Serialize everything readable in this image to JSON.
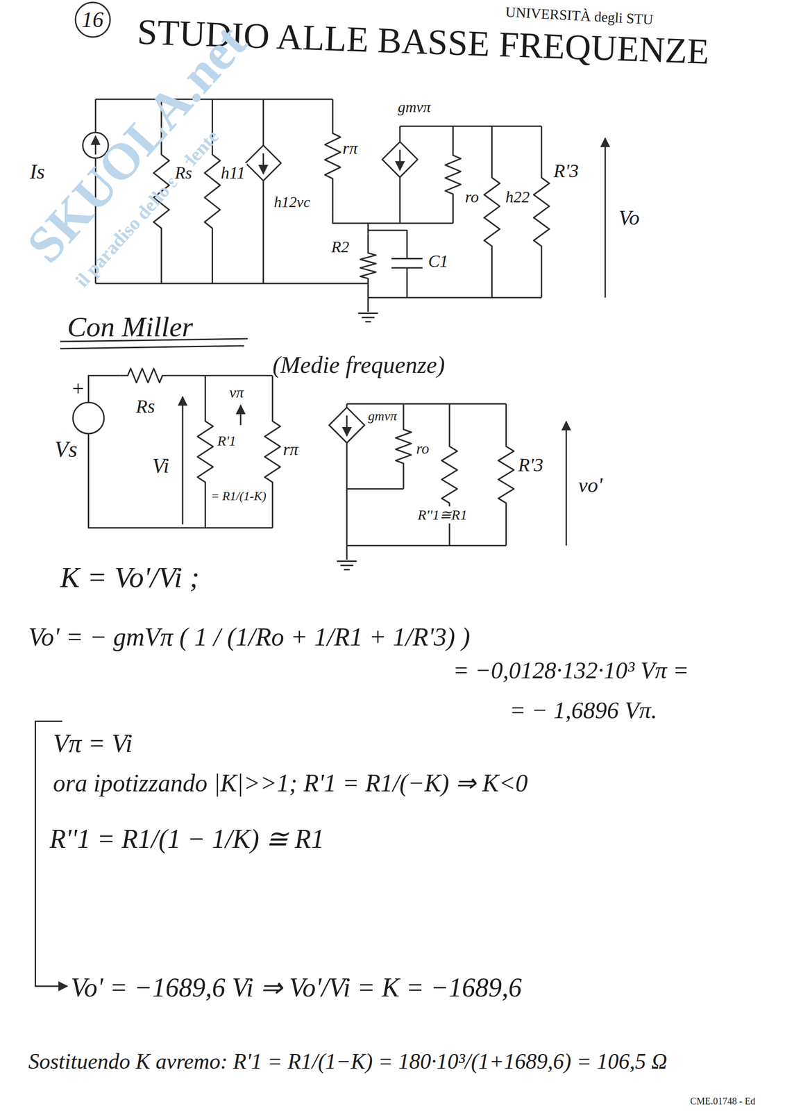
{
  "diagram": {
    "title": "STUDIO ALLE BASSE FREQUENZE",
    "nodes": [
      {
        "text": [
          "16"
        ]
      }
    ],
    "labels": [
      "UNIVERSITÀ degli STU",
      "SKUOLA.net",
      "il paradiso dello studente",
      "Is",
      "Rs",
      "h11",
      "h12vc",
      "rπ",
      "gmvπ",
      "ro",
      "h22",
      "R'3",
      "Vo",
      "R2",
      "C1",
      "Con Miller",
      "(Medie frequenze)",
      "+",
      "Vs",
      "Rs",
      "Vi",
      "vπ",
      "R'1",
      "= R1/(1-K)",
      "rπ",
      "gmvπ",
      "ro",
      "R''1≅R1",
      "R'3",
      "vo'",
      "K = Vo'/Vi ;",
      "Vo' = − gmVπ ( 1 / (1/Ro + 1/R1 + 1/R'3) )",
      "= −0,0128·132·10³ Vπ =",
      "= − 1,6896 Vπ.",
      "Vπ = Vi",
      "ora ipotizzando |K|>>1; R'1 = R1/(−K) ⇒ K<0",
      "R''1 = R1/(1 − 1/K) ≅ R1",
      "Vo' = −1689,6 Vi ⇒ Vo'/Vi = K = −1689,6",
      "Sostituendo K avremo: R'1 = R1/(1−K) = 180·10³/(1+1689,6) = 106,5 Ω",
      "CME.01748 - Ed"
    ]
  }
}
